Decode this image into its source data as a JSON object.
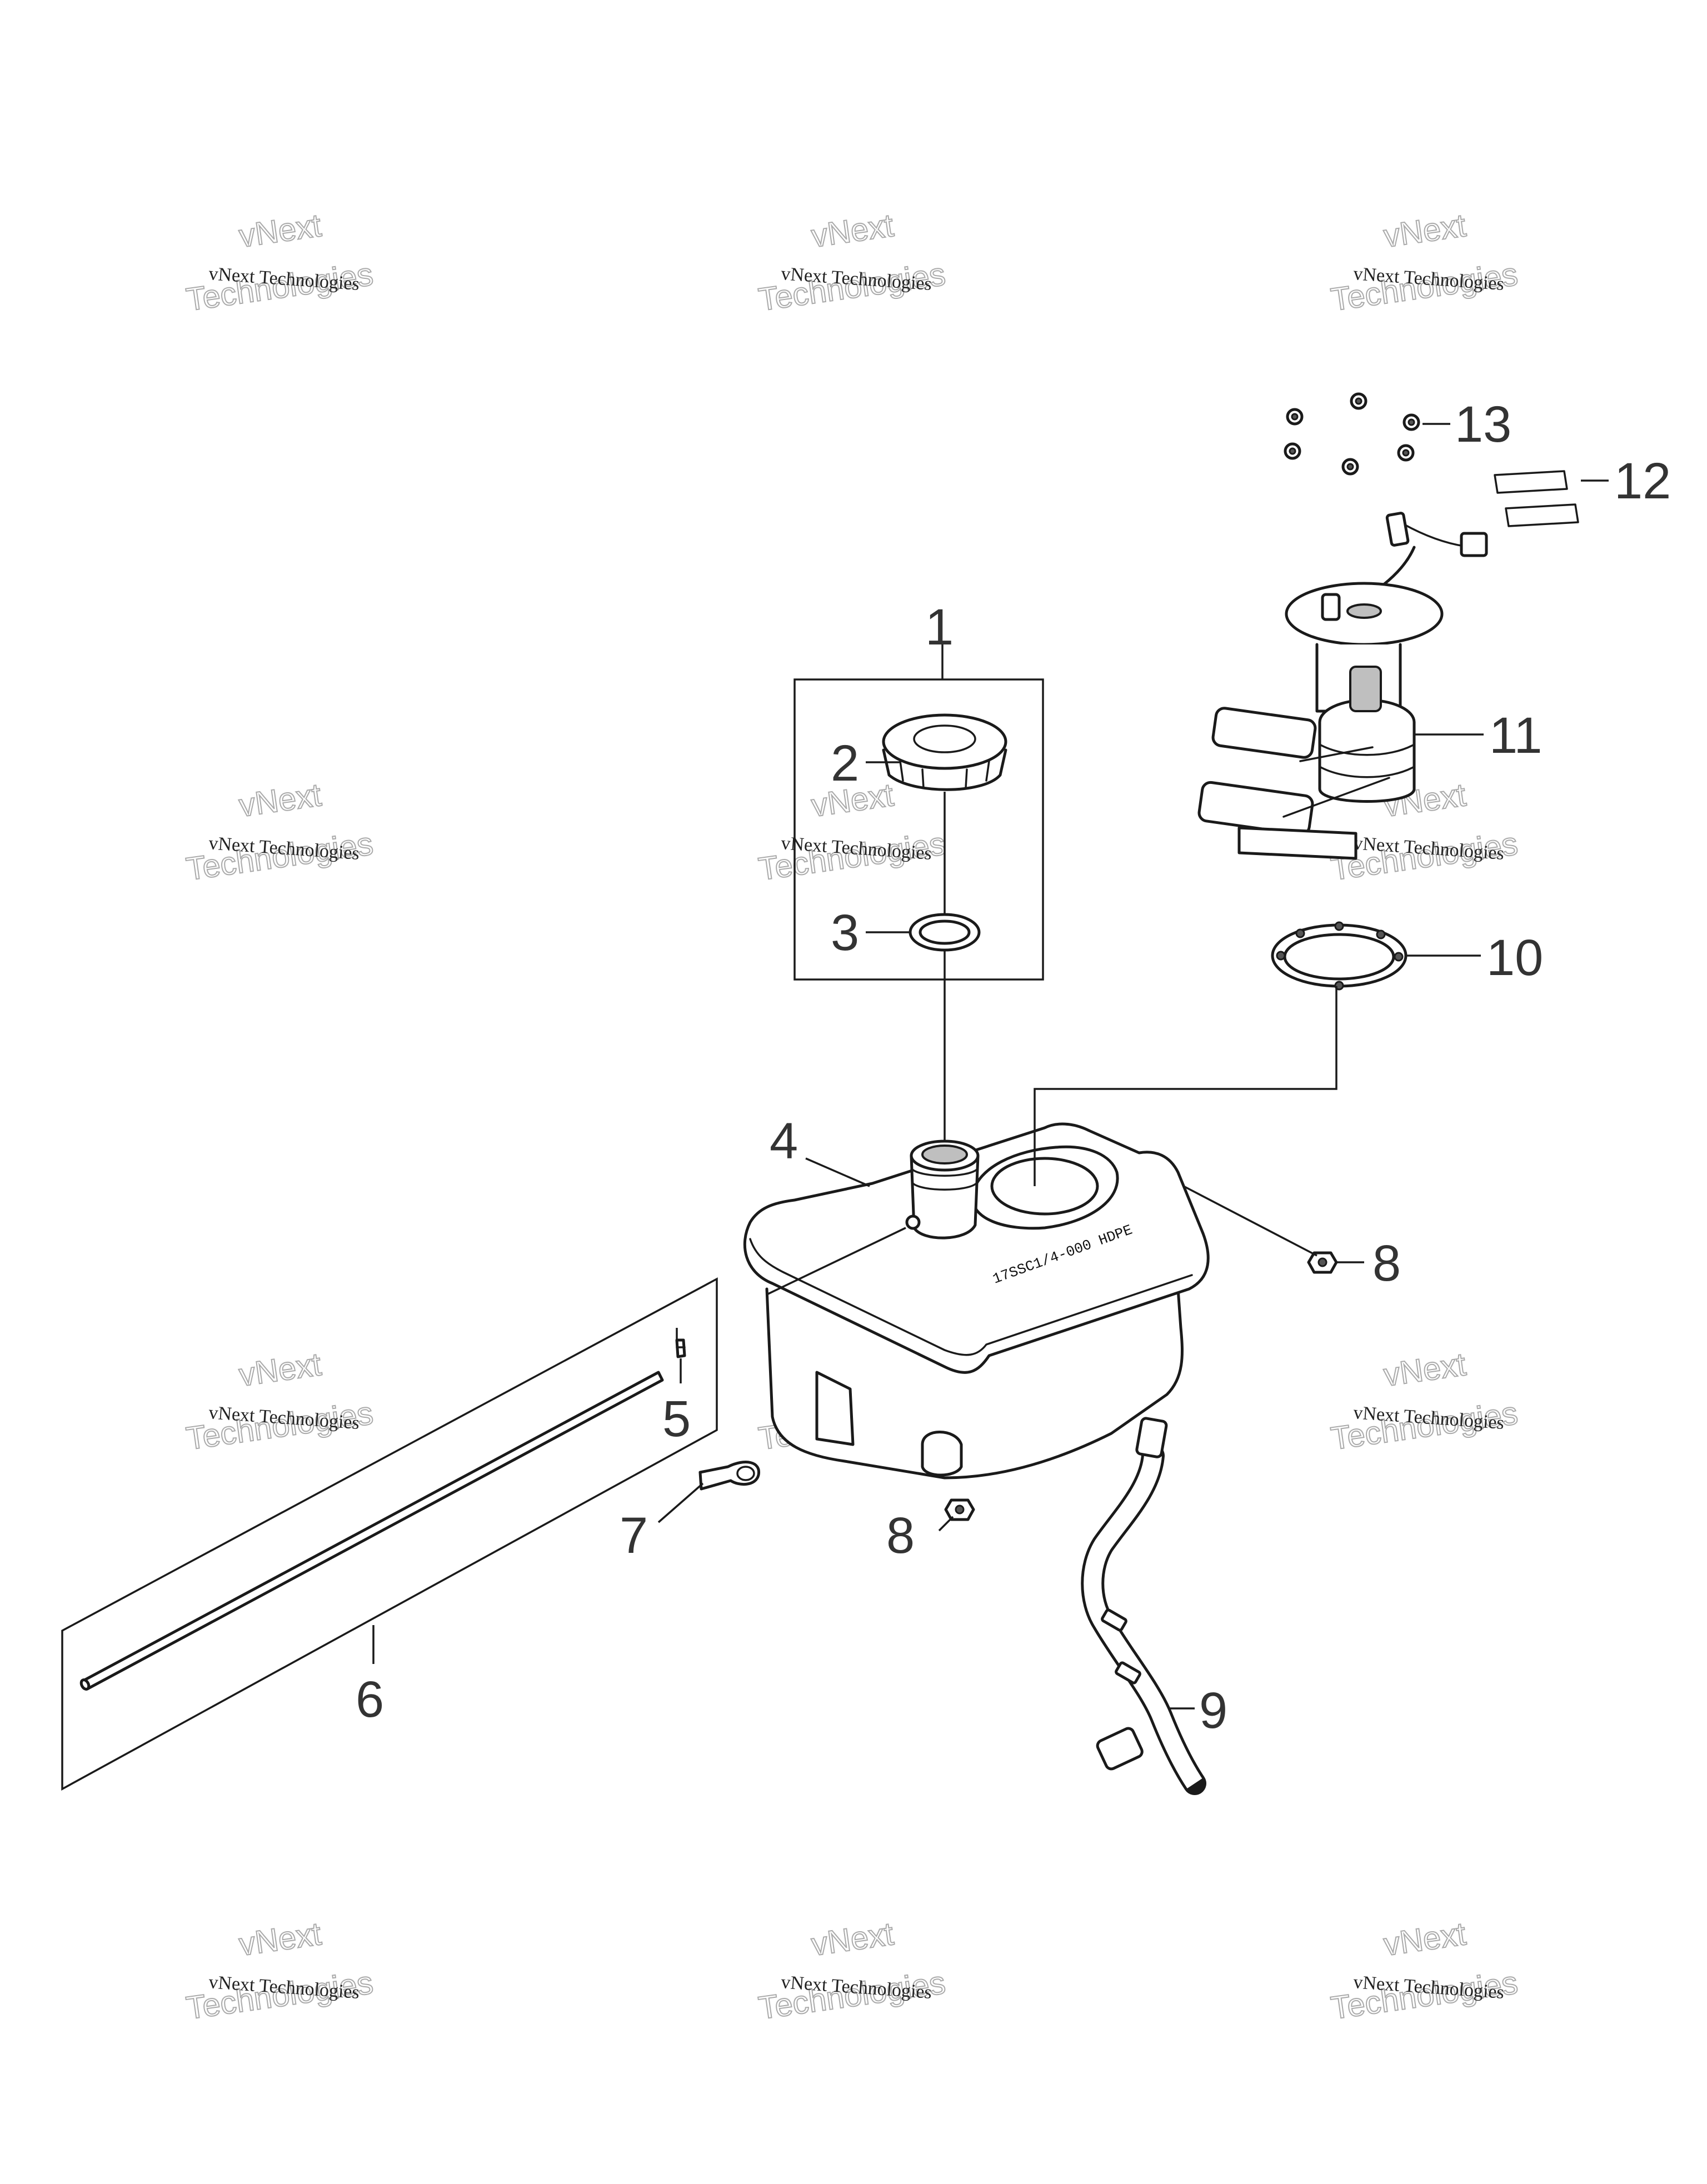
{
  "callouts": {
    "c1": "1",
    "c2": "2",
    "c3": "3",
    "c4": "4",
    "c5": "5",
    "c6": "6",
    "c7": "7",
    "c8a": "8",
    "c8b": "8",
    "c9": "9",
    "c10": "10",
    "c11": "11",
    "c12": "12",
    "c13": "13"
  },
  "tank_stamp": "17SSC1/4-000 HDPE",
  "watermark": {
    "line1": "vNext Technologies",
    "line2": "vNext",
    "line3": "Technologies"
  },
  "colors": {
    "line": "#1a1a1a",
    "callout_text": "#333333",
    "watermark": "#aaaaaa"
  }
}
